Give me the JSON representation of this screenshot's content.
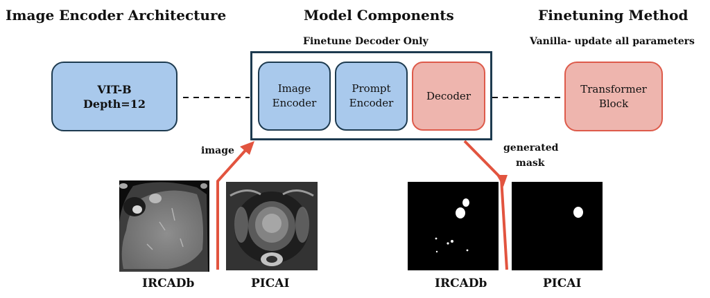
{
  "headings": {
    "left": "Image Encoder Architecture",
    "center": "Model Components",
    "right": "Finetuning Method"
  },
  "subheadings": {
    "center": "Finetune Decoder Only",
    "right": "Vanilla- update all parameters"
  },
  "boxes": {
    "vit": {
      "line1": "VIT-B",
      "line2": "Depth=12"
    },
    "image_encoder": {
      "line1": "Image",
      "line2": "Encoder"
    },
    "prompt_encoder": {
      "line1": "Prompt",
      "line2": "Encoder"
    },
    "decoder": {
      "line1": "Decoder"
    },
    "transformer": {
      "line1": "Transformer",
      "line2": "Block"
    }
  },
  "labels": {
    "image": "image",
    "generated_mask_1": "generated",
    "generated_mask_2": "mask"
  },
  "captions": {
    "input_1": "IRCADb",
    "input_2": "PICAI",
    "output_1": "IRCADb",
    "output_2": "PICAI"
  },
  "colors": {
    "blue_fill": "#a9c9ec",
    "blue_border": "#1d3a4f",
    "red_fill": "#eeb5ae",
    "red_border": "#dd5a4a",
    "arrow": "#e2543f"
  }
}
